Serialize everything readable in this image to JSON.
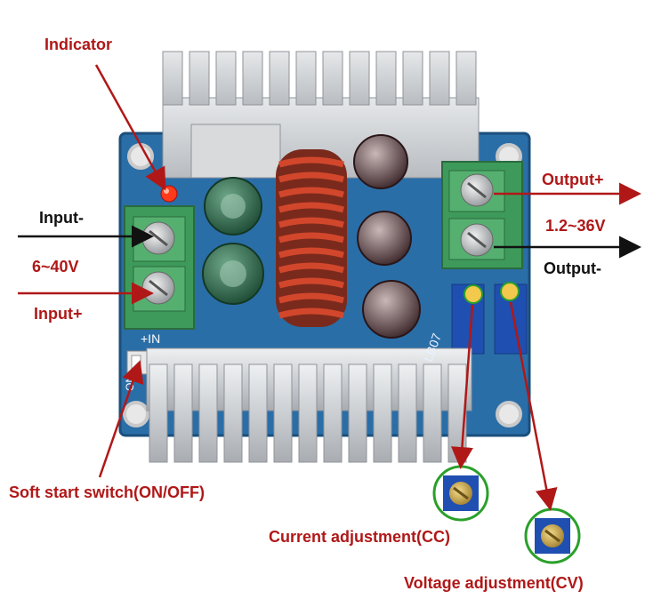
{
  "labels": {
    "indicator": "Indicator",
    "input_minus": "Input-",
    "input_range": "6~40V",
    "input_plus": "Input+",
    "output_plus": "Output+",
    "output_range": "1.2~36V",
    "output_minus": "Output-",
    "soft_start": "Soft start switch(ON/OFF)",
    "current_adj": "Current adjustment(CC)",
    "voltage_adj": "Voltage adjustment(CV)"
  },
  "board_marks": {
    "in_plus": "+IN",
    "model": "LB07",
    "on": "ON"
  },
  "colors": {
    "label_red": "#b01818",
    "label_black": "#111111",
    "pcb_blue": "#2a6ea8",
    "terminal_green": "#3e9a5a",
    "inductor_copper": "#c8402a",
    "pot_blue": "#1f4fb0",
    "highlight_green": "#2aa02a"
  }
}
